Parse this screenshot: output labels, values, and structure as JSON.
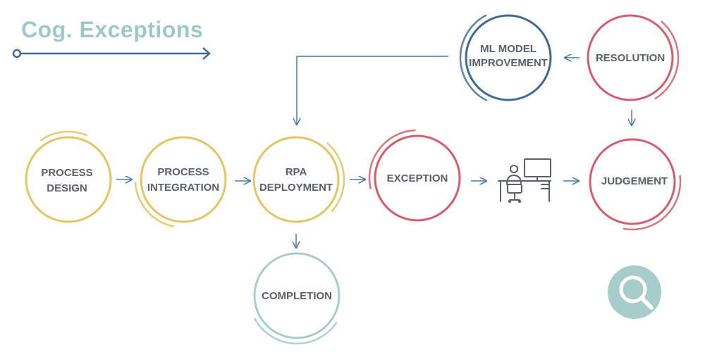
{
  "title": "Cog. Exceptions",
  "colors": {
    "yellow": "#e5c463",
    "red": "#d45c6c",
    "blue": "#3f6a96",
    "teal": "#a7cdcb",
    "text": "#5b6168",
    "arrow": "#4a7aa8",
    "title": "#9fc9c6"
  },
  "nodes": {
    "process_design": [
      "PROCESS",
      "DESIGN"
    ],
    "process_integration": [
      "PROCESS",
      "INTEGRATION"
    ],
    "rpa_deployment": [
      "RPA",
      "DEPLOYMENT"
    ],
    "exception": [
      "EXCEPTION"
    ],
    "judgement": [
      "JUDGEMENT"
    ],
    "resolution": [
      "RESOLUTION"
    ],
    "ml_model_improvement": [
      "ML MODEL",
      "IMPROVEMENT"
    ],
    "completion": [
      "COMPLETION"
    ]
  },
  "icons": {
    "title_arrow": "long-right-arrow-icon",
    "operator": "person-at-computer-icon",
    "logo": "magnifier-q-logo"
  }
}
